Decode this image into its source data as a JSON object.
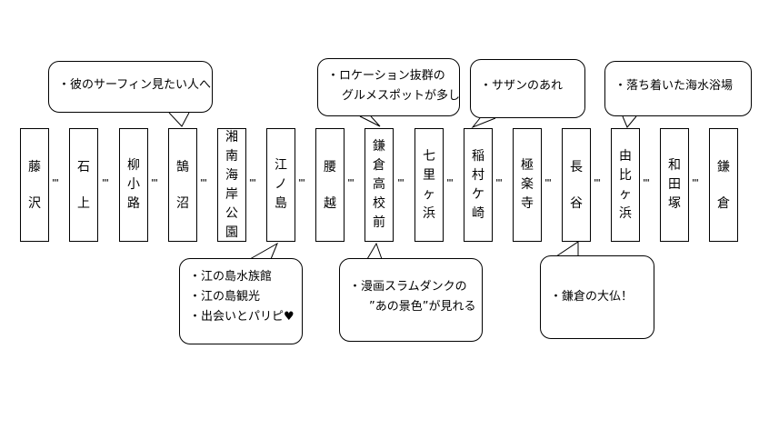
{
  "stations": [
    {
      "id": "fujisawa",
      "name": "藤沢"
    },
    {
      "id": "ishigami",
      "name": "石上"
    },
    {
      "id": "yanagikoji",
      "name": "柳小路"
    },
    {
      "id": "kugenuma",
      "name": "鵠沼"
    },
    {
      "id": "shonan-kaigan-koen",
      "name": "湘南海岸公園"
    },
    {
      "id": "enoshima",
      "name": "江ノ島"
    },
    {
      "id": "koshigoe",
      "name": "腰越"
    },
    {
      "id": "kamakura-koukoumae",
      "name": "鎌倉高校前"
    },
    {
      "id": "shichirigahama",
      "name": "七里ヶ浜"
    },
    {
      "id": "inamuragasaki",
      "name": "稲村ケ崎"
    },
    {
      "id": "gokurakuji",
      "name": "極楽寺"
    },
    {
      "id": "hase",
      "name": "長谷"
    },
    {
      "id": "yuigahama",
      "name": "由比ヶ浜"
    },
    {
      "id": "wadazuka",
      "name": "和田塚"
    },
    {
      "id": "kamakura",
      "name": "鎌倉"
    }
  ],
  "connector": "''''",
  "callouts": {
    "kugenuma": [
      "・彼のサーフィン見たい人へ"
    ],
    "kamakura_koukoumae_top": [
      "・ロケーション抜群の",
      "グルメスポットが多し"
    ],
    "inamuragasaki": [
      "・サザンのあれ"
    ],
    "yuigahama": [
      "・落ち着いた海水浴場"
    ],
    "enoshima": [
      "・江の島水族館",
      "・江の島観光",
      "・出会いとパリピ♥"
    ],
    "kamakura_koukoumae_bottom": [
      "・漫画スラムダンクの",
      "”あの景色”が見れる"
    ],
    "hase": [
      "・鎌倉の大仏！"
    ]
  }
}
